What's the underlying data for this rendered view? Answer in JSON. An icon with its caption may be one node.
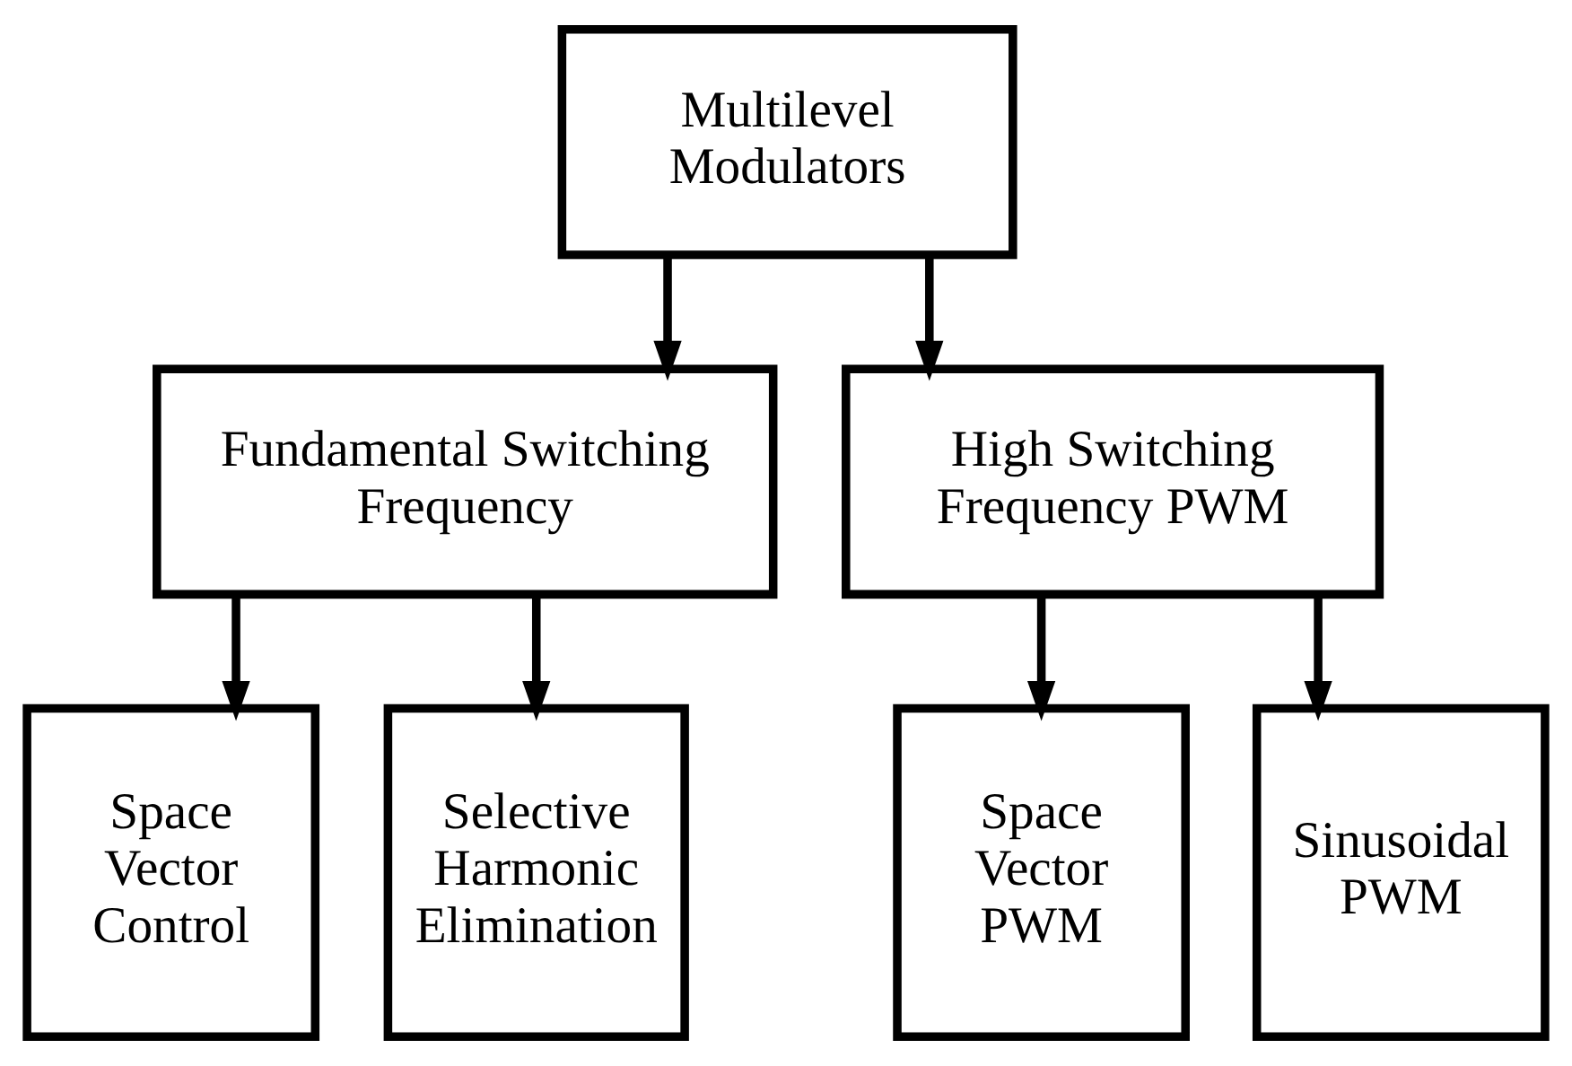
{
  "diagram": {
    "nodes": [
      {
        "text": [
          "Multilevel Modulators"
        ]
      },
      {
        "text": [
          "Fundamental Switching Frequency"
        ]
      },
      {
        "text": [
          "High Switching Frequency PWM"
        ]
      },
      {
        "text": [
          "Space Vector Control"
        ]
      },
      {
        "text": [
          "Selective Harmonic Elimination"
        ]
      },
      {
        "text": [
          "Space Vector PWM"
        ]
      },
      {
        "text": [
          "Sinusoidal PWM"
        ]
      }
    ],
    "edges": [
      {
        "from": 0,
        "to": 1,
        "arrow": "to"
      },
      {
        "from": 0,
        "to": 2,
        "arrow": "to"
      },
      {
        "from": 1,
        "to": 3,
        "arrow": "to"
      },
      {
        "from": 1,
        "to": 4,
        "arrow": "to"
      },
      {
        "from": 2,
        "to": 5,
        "arrow": "to"
      },
      {
        "from": 2,
        "to": 6,
        "arrow": "to"
      }
    ]
  }
}
